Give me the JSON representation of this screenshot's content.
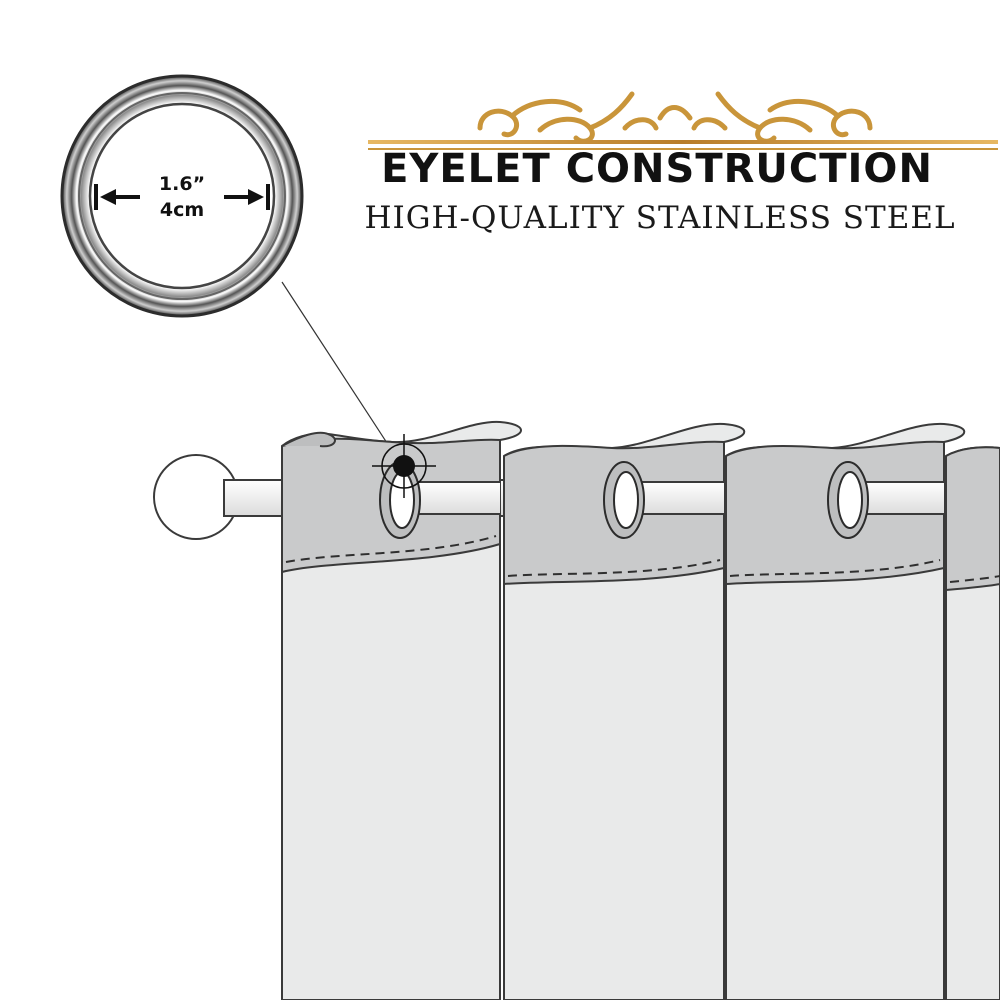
{
  "heading": {
    "title": "EYELET CONSTRUCTION",
    "subtitle": "HIGH-QUALITY STAINLESS STEEL"
  },
  "ring_callout": {
    "diameter_inch": "1.6”",
    "diameter_cm": "4cm"
  },
  "colors": {
    "gold": "#c9953a",
    "panel_header": "#c9cacb",
    "panel_body": "#e9eaea",
    "outline": "#3a3a3a",
    "text": "#111111"
  },
  "icons": {
    "ornament": "gold-scroll-ornament-icon",
    "crosshair": "crosshair-target-icon"
  }
}
